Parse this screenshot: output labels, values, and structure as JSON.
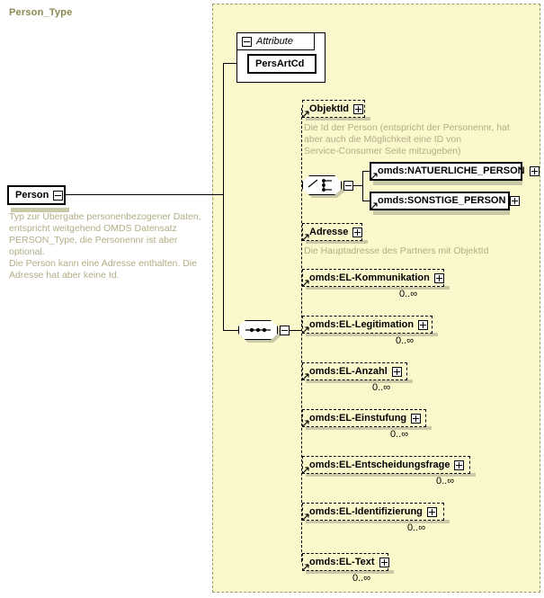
{
  "diagram": {
    "kind": "xsd-schema-diagram",
    "colors": {
      "type_background": "#fbf8cc",
      "type_border": "#9a9a6a",
      "node_border": "#000000",
      "node_background": "#ffffff",
      "annotation_text": "#b3ad86",
      "type_title_text": "#8a8a52",
      "shadow": "#c9c9a8"
    }
  },
  "root": {
    "name": "Person",
    "control": "minus",
    "control_name": "collapse-box",
    "annotation": "Typ zur Übergabe personenbezogener Daten,\nentspricht weitgehend OMDS Datensatz\nPERSON_Type, die Personennr ist aber optional.\nDie Person kann eine Adresse enthalten. Die\nAdresse hat aber keine Id."
  },
  "type_container": {
    "title": "Person_Type"
  },
  "attribute_group": {
    "label": "Attribute",
    "control": "minus",
    "attributes": [
      {
        "name": "PersArtCd"
      }
    ]
  },
  "sequence": {
    "icon": "sequence-icon",
    "control": "minus"
  },
  "choice": {
    "icon": "choice-icon",
    "control": "minus",
    "branches": [
      {
        "name": "omds:NATUERLICHE_PERSON",
        "control": "plus",
        "optional": false
      },
      {
        "name": "omds:SONSTIGE_PERSON",
        "control": "plus",
        "optional": false
      }
    ]
  },
  "elements": [
    {
      "name": "ObjektId",
      "control": "plus",
      "optional": true,
      "occurs": "",
      "annotation": "Die Id der Person (entspricht der Personennr, hat\naber auch die Möglichkeit eine ID von\nService-Consumer Seite mitzugeben)"
    },
    {
      "name": "Adresse",
      "control": "plus",
      "optional": true,
      "occurs": "",
      "annotation": "Die Hauptadresse des Partners mit ObjektId"
    },
    {
      "name": "omds:EL-Kommunikation",
      "control": "plus",
      "optional": true,
      "occurs": "0..∞",
      "annotation": ""
    },
    {
      "name": "omds:EL-Legitimation",
      "control": "plus",
      "optional": true,
      "occurs": "0..∞",
      "annotation": ""
    },
    {
      "name": "omds:EL-Anzahl",
      "control": "plus",
      "optional": true,
      "occurs": "0..∞",
      "annotation": ""
    },
    {
      "name": "omds:EL-Einstufung",
      "control": "plus",
      "optional": true,
      "occurs": "0..∞",
      "annotation": ""
    },
    {
      "name": "omds:EL-Entscheidungsfrage",
      "control": "plus",
      "optional": true,
      "occurs": "0..∞",
      "annotation": ""
    },
    {
      "name": "omds:EL-Identifizierung",
      "control": "plus",
      "optional": true,
      "occurs": "0..∞",
      "annotation": ""
    },
    {
      "name": "omds:EL-Text",
      "control": "plus",
      "optional": true,
      "occurs": "0..∞",
      "annotation": ""
    }
  ]
}
